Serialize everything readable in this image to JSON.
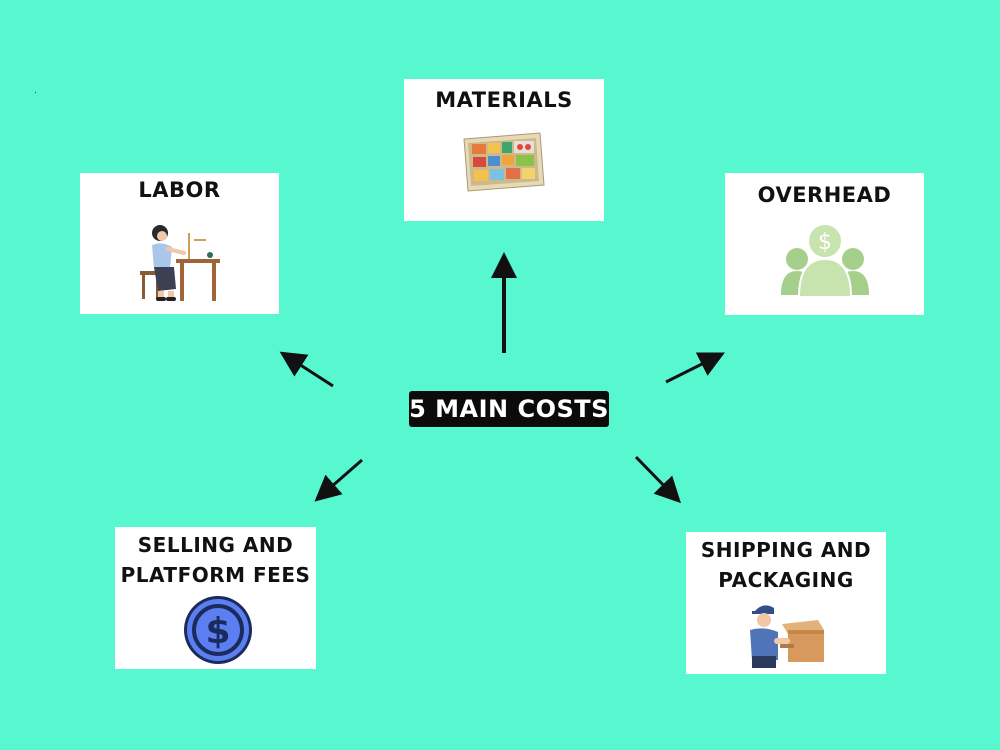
{
  "center": {
    "label": "5 MAIN COSTS"
  },
  "cards": {
    "materials": {
      "label": "MATERIALS",
      "icon": "materials-box-icon"
    },
    "labor": {
      "label": "LABOR",
      "icon": "person-working-icon"
    },
    "overhead": {
      "label": "OVERHEAD",
      "icon": "people-dollar-icon"
    },
    "selling": {
      "label": "SELLING AND\nPLATFORM FEES",
      "icon": "dollar-coin-icon"
    },
    "shipping": {
      "label": "SHIPPING AND\nPACKAGING",
      "icon": "delivery-person-icon"
    }
  },
  "colors": {
    "background": "#57f7cf",
    "card": "#ffffff",
    "center_box": "#0b0b0b",
    "coin": "#5b7ff0",
    "overhead_green": "#a7cf8c"
  }
}
